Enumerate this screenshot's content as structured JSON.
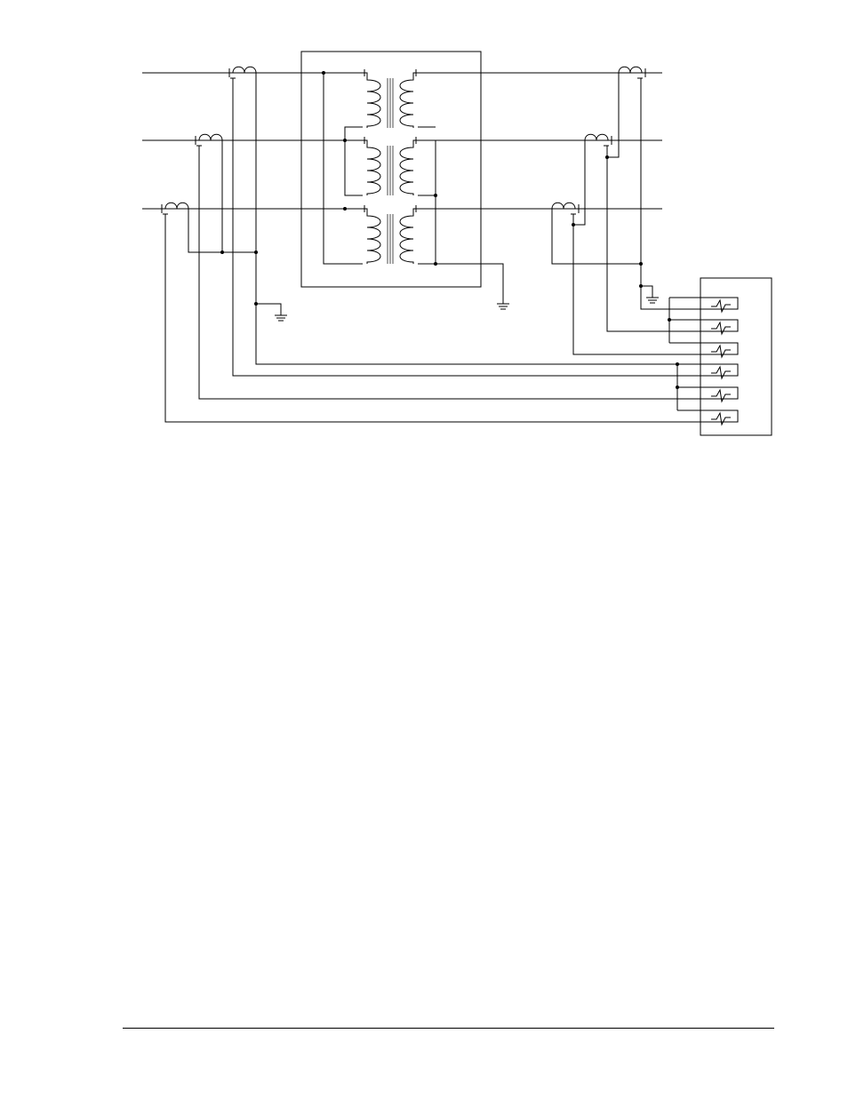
{
  "diagram": {
    "kind": "three-phase transformer differential connection schematic",
    "line_color": "#000000",
    "background": "#ffffff",
    "phase_count": 3,
    "relay_elements": 6,
    "labels": []
  },
  "footer": {
    "text": ""
  }
}
